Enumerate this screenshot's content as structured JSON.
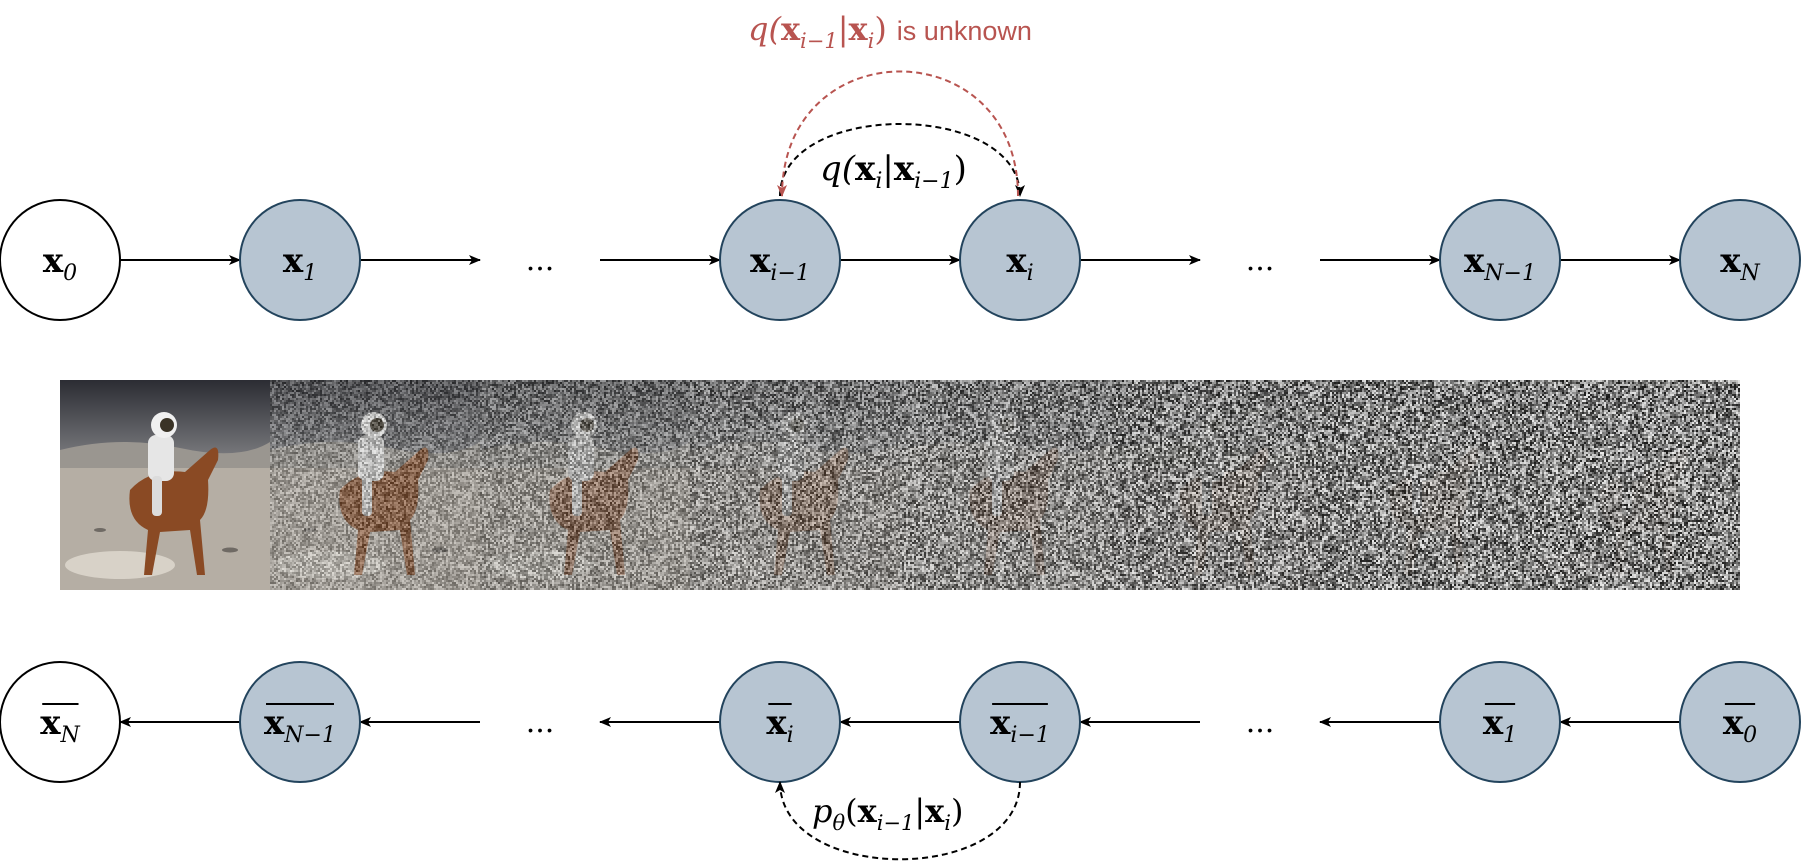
{
  "colors": {
    "node_fill": "#b7c5d2",
    "node_stroke": "#23445d",
    "x0_fill": "#ffffff",
    "edge": "#000000",
    "unknown_accent": "#b85450"
  },
  "forward_chain": [
    {
      "id": "f0",
      "label": "x",
      "sub": "0",
      "overline": false,
      "fill": "white"
    },
    {
      "id": "f1",
      "label": "x",
      "sub": "1",
      "overline": false,
      "fill": "blue"
    },
    {
      "id": "fdots1",
      "label": "...",
      "dots": true
    },
    {
      "id": "fim1",
      "label": "x",
      "sub": "i−1",
      "overline": false,
      "fill": "blue"
    },
    {
      "id": "fi",
      "label": "x",
      "sub": "i",
      "overline": false,
      "fill": "blue"
    },
    {
      "id": "fdots2",
      "label": "...",
      "dots": true
    },
    {
      "id": "fNm1",
      "label": "x",
      "sub": "N−1",
      "overline": false,
      "fill": "blue"
    },
    {
      "id": "fN",
      "label": "x",
      "sub": "N",
      "overline": false,
      "fill": "blue"
    }
  ],
  "reverse_chain": [
    {
      "id": "rN",
      "label": "x",
      "sub": "N",
      "overline": true,
      "fill": "white"
    },
    {
      "id": "rNm1",
      "label": "x",
      "sub": "N−1",
      "overline": true,
      "fill": "blue"
    },
    {
      "id": "rdots1",
      "label": "...",
      "dots": true
    },
    {
      "id": "ri",
      "label": "x",
      "sub": "i",
      "overline": true,
      "fill": "blue"
    },
    {
      "id": "rim1",
      "label": "x",
      "sub": "i−1",
      "overline": true,
      "fill": "blue"
    },
    {
      "id": "rdots2",
      "label": "...",
      "dots": true
    },
    {
      "id": "r1",
      "label": "x",
      "sub": "1",
      "overline": true,
      "fill": "blue"
    },
    {
      "id": "r0",
      "label": "x",
      "sub": "0",
      "overline": true,
      "fill": "blue"
    }
  ],
  "annotations": {
    "forward_kernel": {
      "prefix": "q(",
      "x1": "x",
      "s1": "i",
      "bar": "|",
      "x2": "x",
      "s2": "i−1",
      "suffix": ")"
    },
    "unknown_posterior": {
      "prefix": "q(",
      "x1": "x",
      "s1": "i−1",
      "bar": "|",
      "x2": "x",
      "s2": "i",
      "suffix": ")",
      "tail": "is unknown"
    },
    "reverse_model": {
      "prefix": "p",
      "theta": "θ",
      "open": "(",
      "x1": "x",
      "s1": "i−1",
      "bar": "|",
      "x2": "x",
      "s2": "i",
      "suffix": ")"
    }
  },
  "noise_strip": {
    "noise_levels": [
      0.0,
      0.18,
      0.35,
      0.55,
      0.68,
      0.82,
      0.9,
      0.95
    ]
  }
}
